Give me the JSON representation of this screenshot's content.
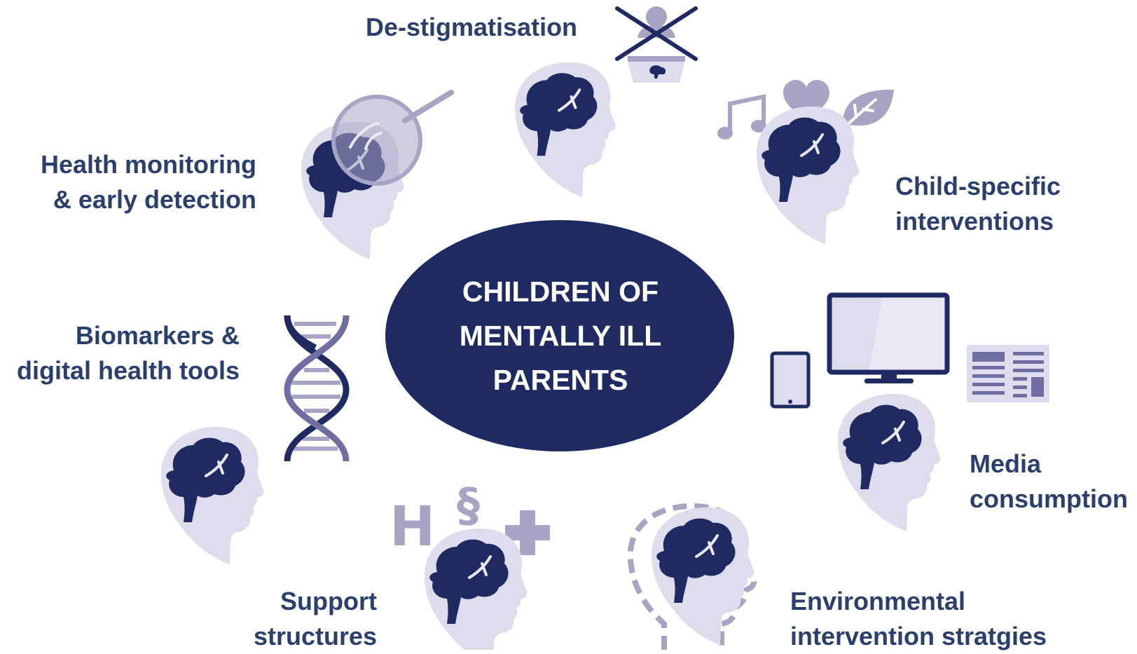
{
  "center": {
    "lines": [
      "CHILDREN OF",
      "MENTALLY ILL",
      "PARENTS"
    ]
  },
  "labels": {
    "destigmatisation": [
      "De-stigmatisation"
    ],
    "health_monitoring": [
      "Health monitoring",
      "& early detection"
    ],
    "child_specific": [
      "Child-specific",
      "interventions"
    ],
    "biomarkers": [
      "Biomarkers &",
      "digital health tools"
    ],
    "media": [
      "Media",
      "consumption"
    ],
    "support": [
      "Support",
      "structures"
    ],
    "environmental": [
      "Environmental",
      "intervention stratgies"
    ]
  },
  "glyphs": {
    "letter_h": "H",
    "section": "§",
    "music_note": "♫"
  },
  "colors": {
    "navy": "#1f2a62",
    "label_text": "#2a3f6d",
    "head_fill": "#dedded",
    "icon_lavender": "#a7a5c4",
    "icon_mid": "#6f6ea3",
    "white": "#ffffff"
  },
  "icons": [
    "head-brain-icon",
    "magnifier-icon",
    "dna-icon",
    "crossed-person-icon",
    "music-note-icon",
    "heart-icon",
    "leaf-icon",
    "monitor-icon",
    "tablet-icon",
    "newspaper-icon",
    "medical-cross-icon",
    "dashed-head-icon"
  ]
}
